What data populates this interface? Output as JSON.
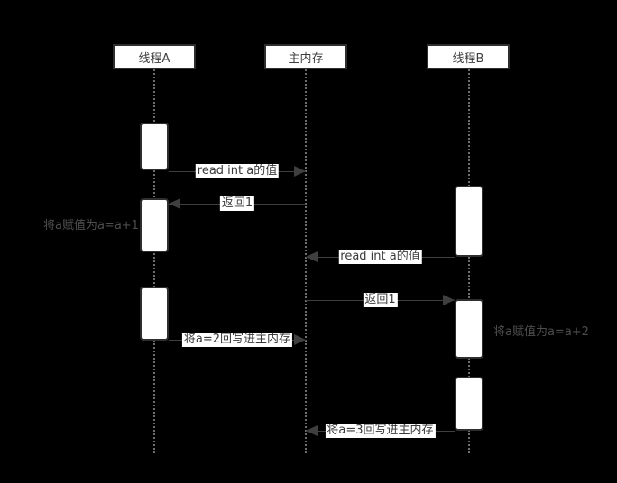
{
  "diagram": {
    "type": "sequence-diagram",
    "actors": [
      {
        "id": "thread-a",
        "label": "线程A"
      },
      {
        "id": "main-memory",
        "label": "主内存"
      },
      {
        "id": "thread-b",
        "label": "线程B"
      }
    ],
    "messages": [
      {
        "label": "read int a的值",
        "from": "线程A",
        "to": "主内存",
        "direction": "right"
      },
      {
        "label": "返回1",
        "from": "主内存",
        "to": "线程A",
        "direction": "left"
      },
      {
        "label": "read int a的值",
        "from": "线程B",
        "to": "主内存",
        "direction": "left"
      },
      {
        "label": "返回1",
        "from": "主内存",
        "to": "线程B",
        "direction": "right"
      },
      {
        "label": "将a=2回写进主内存",
        "from": "线程A",
        "to": "主内存",
        "direction": "right"
      },
      {
        "label": "将a=3回写进主内存",
        "from": "线程B",
        "to": "主内存",
        "direction": "left"
      }
    ],
    "notes": [
      {
        "label": "将a赋值为a=a+1",
        "near": "线程A"
      },
      {
        "label": "将a赋值为a=a+2",
        "near": "线程B"
      }
    ],
    "colors": {
      "background": "#000000",
      "node_fill": "#ffffff",
      "node_border": "#2e2e2e",
      "line": "#3f3f3f",
      "text": "#3d3d3d",
      "note_text": "#4d4d4d",
      "lifeline": "#6e6e6e"
    }
  }
}
